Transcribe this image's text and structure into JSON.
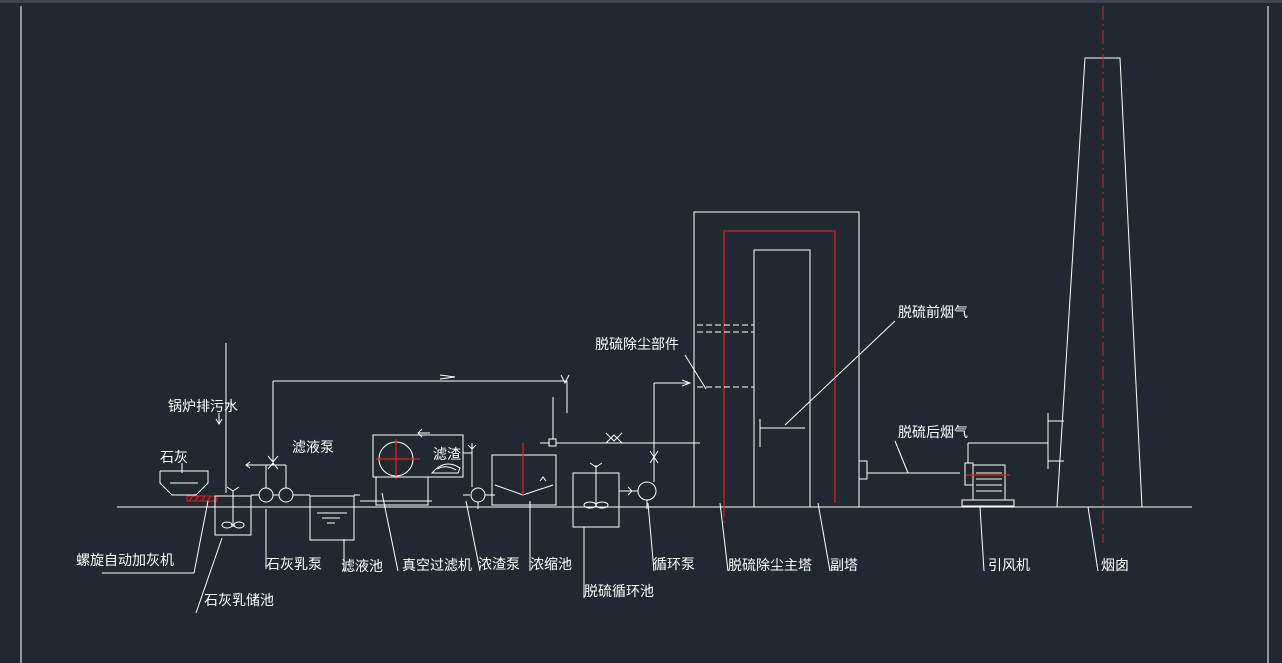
{
  "labels": {
    "boiler_wastewater": "锅炉排污水",
    "lime": "石灰",
    "filtrate_pump": "滤液泵",
    "filter_residue": "滤渣",
    "desulfurization_component": "脱硫除尘部件",
    "flue_gas_before": "脱硫前烟气",
    "flue_gas_after": "脱硫后烟气",
    "screw_feeder": "螺旋自动加灰机",
    "lime_milk_tank": "石灰乳储池",
    "lime_milk_pump": "石灰乳泵",
    "filtrate_tank": "滤液池",
    "vacuum_filter": "真空过滤机",
    "slurry_pump": "浓渣泵",
    "thickener": "浓缩池",
    "circulation_tank": "脱硫循环池",
    "circulation_pump": "循环泵",
    "main_tower": "脱硫除尘主塔",
    "aux_tower": "副塔",
    "induced_fan": "引风机",
    "chimney": "烟囱"
  },
  "colors": {
    "background": "#212830",
    "line": "#ffffff",
    "centerline": "#e02020"
  }
}
